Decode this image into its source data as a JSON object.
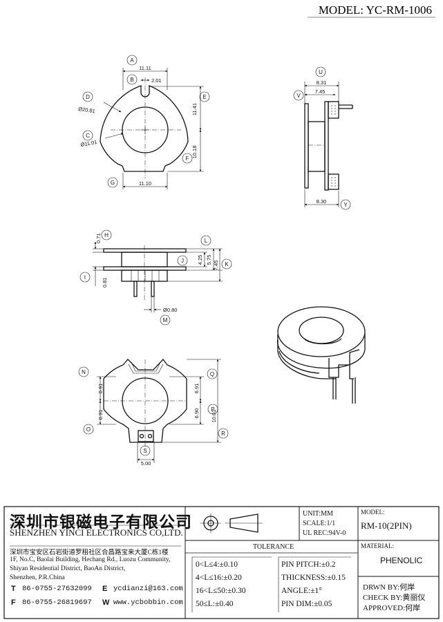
{
  "model": "MODEL: YC-RM-1006",
  "labels": {
    "A": "A",
    "B": "B",
    "C": "C",
    "D": "D",
    "E": "E",
    "F": "F",
    "G": "G",
    "H": "H",
    "I": "I",
    "J": "J",
    "K": "K",
    "L": "L",
    "M": "M",
    "N": "N",
    "O": "O",
    "P": "P",
    "Q": "Q",
    "R": "R",
    "S": "S",
    "U": "U",
    "V": "V",
    "Y": "Y"
  },
  "dims": {
    "A": "11.11",
    "B": "2.01",
    "D": "Ø20.81",
    "C": "Ø11.01",
    "E": "11.41",
    "F": "10.18",
    "G": "11.10",
    "U": "8.31",
    "V": "7.45",
    "Y": "8.30",
    "H": "0.71",
    "I": "0.81",
    "J": "4.25",
    "L": "5.75",
    "K": "7.45",
    "M": "Ø0.80",
    "N": "0.91",
    "O": "0.91",
    "Q": "6.91",
    "P": "6.90",
    "R": "10.01",
    "S": "5.00"
  },
  "company": {
    "name_cn": "深圳市银磁电子有限公司",
    "name_en": "SHENZHEN YINCI ELECTRONICS CO,LTD.",
    "addr_cn": "深圳市宝安区石岩街道罗租社区合昌路宝来大厦C栋1楼",
    "addr_en1": "1F, No.C, Baolai Building, Hechang Rd., Luozu Community,",
    "addr_en2": "Shiyan Residential District, BaoAn District,",
    "addr_en3": "Shenzhen, P.R.China",
    "tel_label": "T",
    "tel": "86-0755-27632099",
    "fax_label": "F",
    "fax": "86-0755-26819697",
    "email_label": "E",
    "email": "ycdianzi@163.com",
    "web_label": "W",
    "web": "www.ycbobbin.com"
  },
  "spec": {
    "unit": "UNIT:MM",
    "scale": "SCALE:1/1",
    "ul": "UL REC:94V-0",
    "model_label": "MODEL:",
    "model_value": "RM-10(2PIN)",
    "material_label": "MATERIAL:",
    "material_value": "PHENOLIC",
    "tolerance_title": "TOLERANCE",
    "tol_left": [
      "0<L≤4:±0.10",
      "4<L≤16:±0.20",
      "16<L≤50:±0.30",
      "50≤L:±0.40"
    ],
    "tol_right": [
      "PIN PITCH:±0.2",
      "THICKNESS:±0.15",
      "ANGLE:±1°",
      "PIN DIM:±0.05"
    ],
    "drwn": "DRWN BY:何岸",
    "check": "CHECK BY:黄丽仪",
    "approved": "APPROVED:何岸"
  }
}
